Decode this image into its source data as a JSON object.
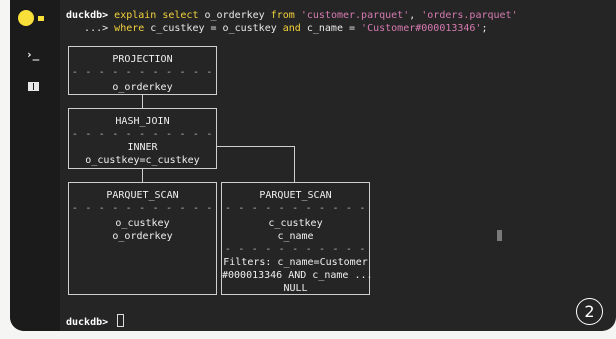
{
  "terminal": {
    "line1": {
      "prompt": "duckdb> ",
      "kw1": "explain select",
      "t1": " o_orderkey ",
      "kw2": "from",
      "t2": " ",
      "s1": "'customer.parquet'",
      "t3": ", ",
      "s2": "'orders.parquet'"
    },
    "line2": {
      "prompt": "   ...> ",
      "kw1": "where",
      "t1": " c_custkey = o_custkey ",
      "kw2": "and",
      "t2": " c_name = ",
      "s1": "'Customer#000013346'",
      "t3": ";"
    },
    "final_prompt": "duckdb> "
  },
  "plan": {
    "dash": "- - - - - - - - - - -",
    "projection": {
      "title": "PROJECTION",
      "rows": [
        "o_orderkey"
      ]
    },
    "hash_join": {
      "title": "HASH_JOIN",
      "rows": [
        "INNER",
        "o_custkey=c_custkey"
      ]
    },
    "scan_left": {
      "title": "PARQUET_SCAN",
      "rows": [
        "o_custkey",
        "o_orderkey"
      ]
    },
    "scan_right": {
      "title": "PARQUET_SCAN",
      "rows": [
        "c_custkey",
        "c_name"
      ],
      "filters": [
        "Filters: c_name=Customer",
        "#000013346 AND c_name ...",
        "NULL"
      ]
    }
  },
  "badge": "2",
  "colors": {
    "accent": "#f9df3a",
    "string": "#d77ab2",
    "background": "#252525"
  }
}
